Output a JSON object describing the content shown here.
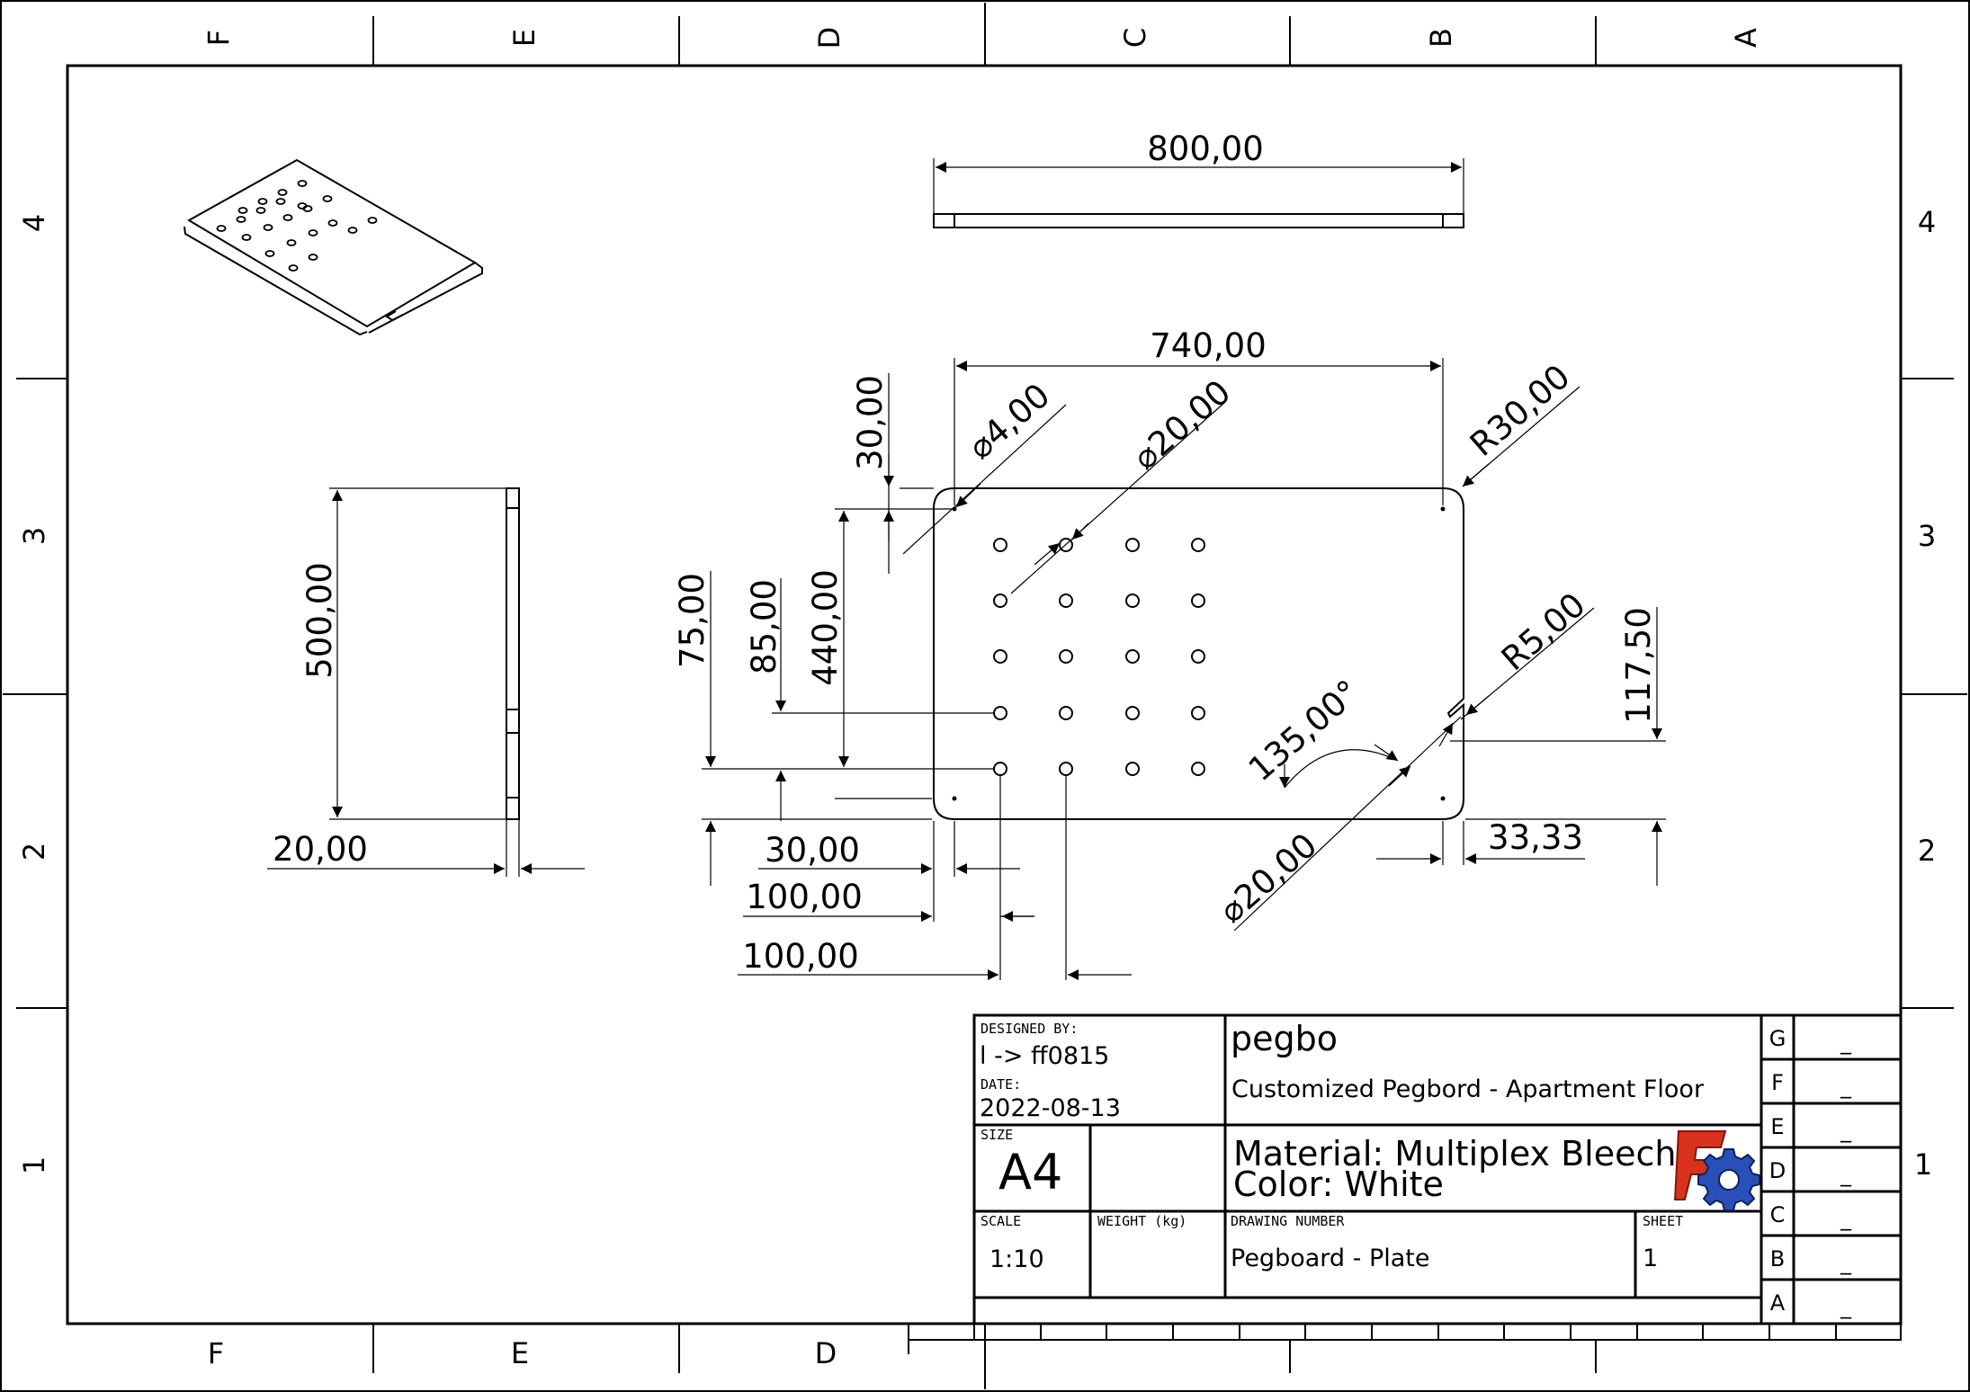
{
  "zones": {
    "columns": [
      "F",
      "E",
      "D",
      "C",
      "B",
      "A"
    ],
    "rows": [
      "4",
      "3",
      "2",
      "1"
    ]
  },
  "dimensions": {
    "side_width": "800,00",
    "plate_width": "740,00",
    "side_height": "500,00",
    "side_thickness": "20,00",
    "corner_offset": "30,00",
    "small_hole": "⌀4,00",
    "peg_hole": "⌀20,00",
    "corner_radius": "R30,00",
    "hole_span": "440,00",
    "row_offset_85": "85,00",
    "row_offset_75": "75,00",
    "bottom_30": "30,00",
    "spacing_100_a": "100,00",
    "spacing_100_b": "100,00",
    "slot_radius": "R5,00",
    "slot_height": "117,50",
    "slot_angle": "135,00°",
    "slot_hole": "⌀20,00",
    "slot_offset": "33,33"
  },
  "title_block": {
    "designed_by_label": "DESIGNED BY:",
    "designed_by": "l -> ff0815",
    "date_label": "DATE:",
    "date": "2022-08-13",
    "size_label": "SIZE",
    "size": "A4",
    "scale_label": "SCALE",
    "scale": "1:10",
    "weight_label": "WEIGHT (kg)",
    "title": "pegbo",
    "subtitle": "Customized Pegbord - Apartment Floor",
    "material": "Material: Multiplex Bleech",
    "color": "Color: White",
    "drawing_number_label": "DRAWING NUMBER",
    "drawing_number": "Pegboard - Plate",
    "sheet_label": "SHEET",
    "sheet": "1",
    "revisions": [
      {
        "letter": "G",
        "value": "_"
      },
      {
        "letter": "F",
        "value": "_"
      },
      {
        "letter": "E",
        "value": "_"
      },
      {
        "letter": "D",
        "value": "_"
      },
      {
        "letter": "C",
        "value": "_"
      },
      {
        "letter": "B",
        "value": "_"
      },
      {
        "letter": "A",
        "value": "_"
      }
    ]
  },
  "logo_icon": "freecad-logo-icon",
  "colors": {
    "logo_red": "#d8321c",
    "logo_blue": "#2850b8",
    "line": "#000000"
  }
}
